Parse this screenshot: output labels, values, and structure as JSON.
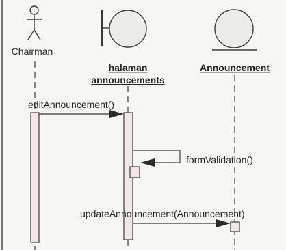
{
  "diagram": {
    "type": "sequence",
    "participants": [
      {
        "id": "chairman",
        "kind": "actor",
        "name": "Chairman"
      },
      {
        "id": "halaman",
        "kind": "boundary",
        "name_lines": [
          "halaman",
          "announcements"
        ]
      },
      {
        "id": "announcement",
        "kind": "entity",
        "name": "Announcement"
      }
    ],
    "messages": [
      {
        "from": "chairman",
        "to": "halaman",
        "label": "editAnnouncement()"
      },
      {
        "from": "halaman",
        "to": "halaman",
        "label": "formValidation()",
        "self": true
      },
      {
        "from": "halaman",
        "to": "announcement",
        "label": "updateAnnouncement(Announcement)"
      }
    ],
    "colors": {
      "background": "#f6f6f3",
      "stroke": "#3a3a3a",
      "activation_fill": "#f3e6e6",
      "circle_fill": "#ececea",
      "text": "#262626"
    }
  }
}
